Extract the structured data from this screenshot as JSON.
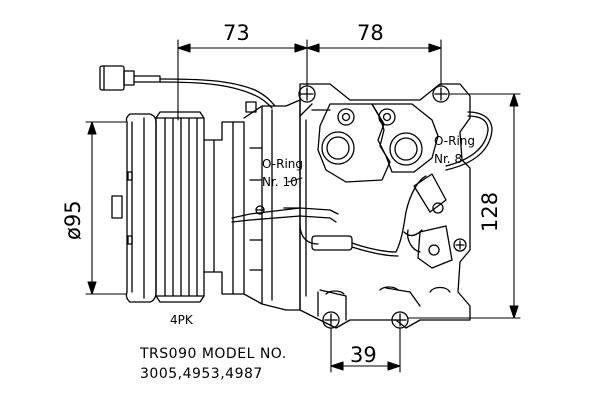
{
  "dimensions": {
    "top_left_width": "73",
    "top_right_width": "78",
    "pulley_diameter": "ø95",
    "height": "128",
    "bottom_width": "39"
  },
  "labels": {
    "oring_left_line1": "O-Ring",
    "oring_left_line2": "Nr. 10",
    "oring_right_line1": "O-Ring",
    "oring_right_line2": "Nr. 8",
    "belt": "4PK"
  },
  "model": {
    "line1": "TRS090 MODEL NO.",
    "line2": "3005,4953,4987"
  }
}
